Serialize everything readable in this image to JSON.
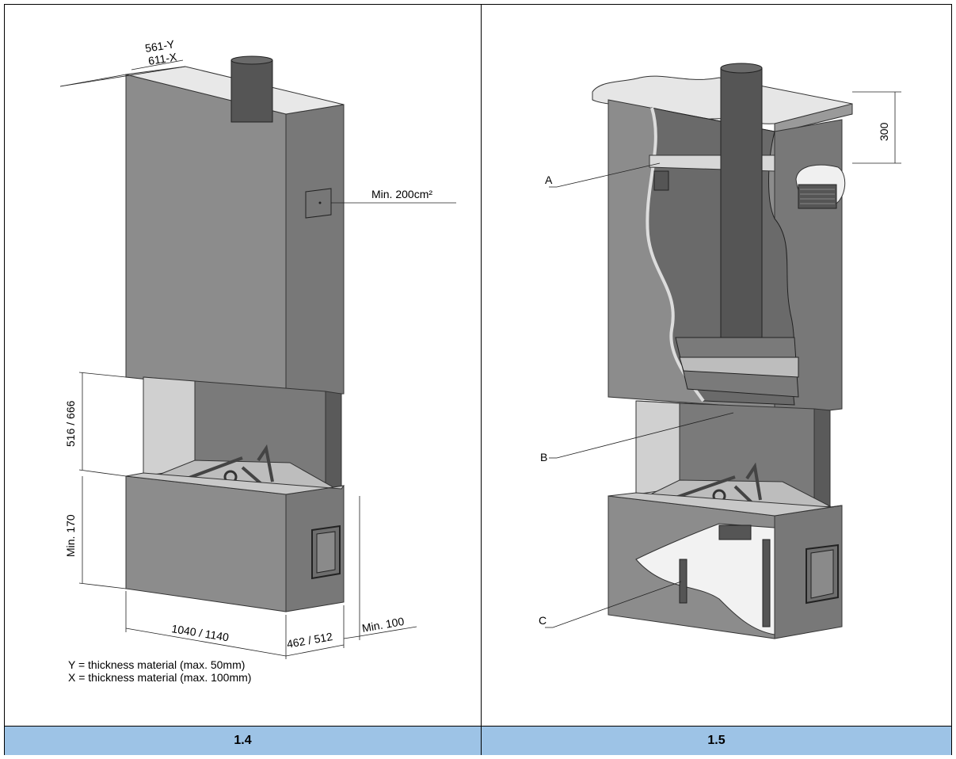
{
  "figure_left": {
    "caption": "1.4",
    "dim_top_y": "561-Y",
    "dim_top_x": "611-X",
    "vent_label": "Min. 200cm²",
    "dim_opening_height": "516 / 666",
    "dim_base_height": "Min. 170",
    "dim_width": "1040 / 1140",
    "dim_depth": "462 / 512",
    "dim_clearance": "Min. 100",
    "note_y": "Y = thickness material (max. 50mm)",
    "note_x": "X = thickness material (max. 100mm)"
  },
  "figure_right": {
    "caption": "1.5",
    "dim_ceiling": "300",
    "label_a": "A",
    "label_b": "B",
    "label_c": "C"
  },
  "colors": {
    "caption_bg": "#9dc3e6",
    "body_gray": "#8a8a8a",
    "side_gray": "#767676",
    "dark_gray": "#4a4a4a"
  }
}
